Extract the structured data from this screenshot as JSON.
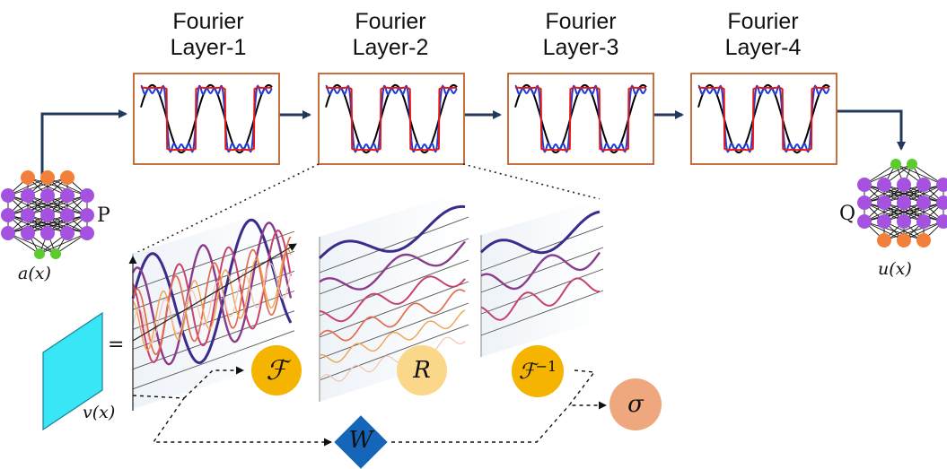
{
  "diagram": {
    "layers": [
      {
        "line1": "Fourier",
        "line2": "Layer-1"
      },
      {
        "line1": "Fourier",
        "line2": "Layer-2"
      },
      {
        "line1": "Fourier",
        "line2": "Layer-3"
      },
      {
        "line1": "Fourier",
        "line2": "Layer-4"
      }
    ],
    "input_label": "a(x)",
    "output_label": "u(x)",
    "lift_label": "P",
    "project_label": "Q",
    "v_label": "v(x)",
    "equals": "=",
    "fourier_op": "ℱ",
    "fourier_inverse_exp": "−1",
    "r_op": "R",
    "w_op": "W",
    "sigma_op": "σ",
    "colors": {
      "box_border": "#C0602A",
      "arrow": "#213A5C",
      "wave_red": "#E01818",
      "wave_blue": "#1F3BD8",
      "wave_black": "#000000",
      "node_orange": "#F2803A",
      "node_purple": "#A552E0",
      "node_green": "#5CCB2E",
      "fourier_circle": "#F5B400",
      "r_circle": "#FBD889",
      "sigma_circle": "#EFA77E",
      "w_diamond": "#1565B8",
      "v_panel": "#38E6F5"
    }
  }
}
